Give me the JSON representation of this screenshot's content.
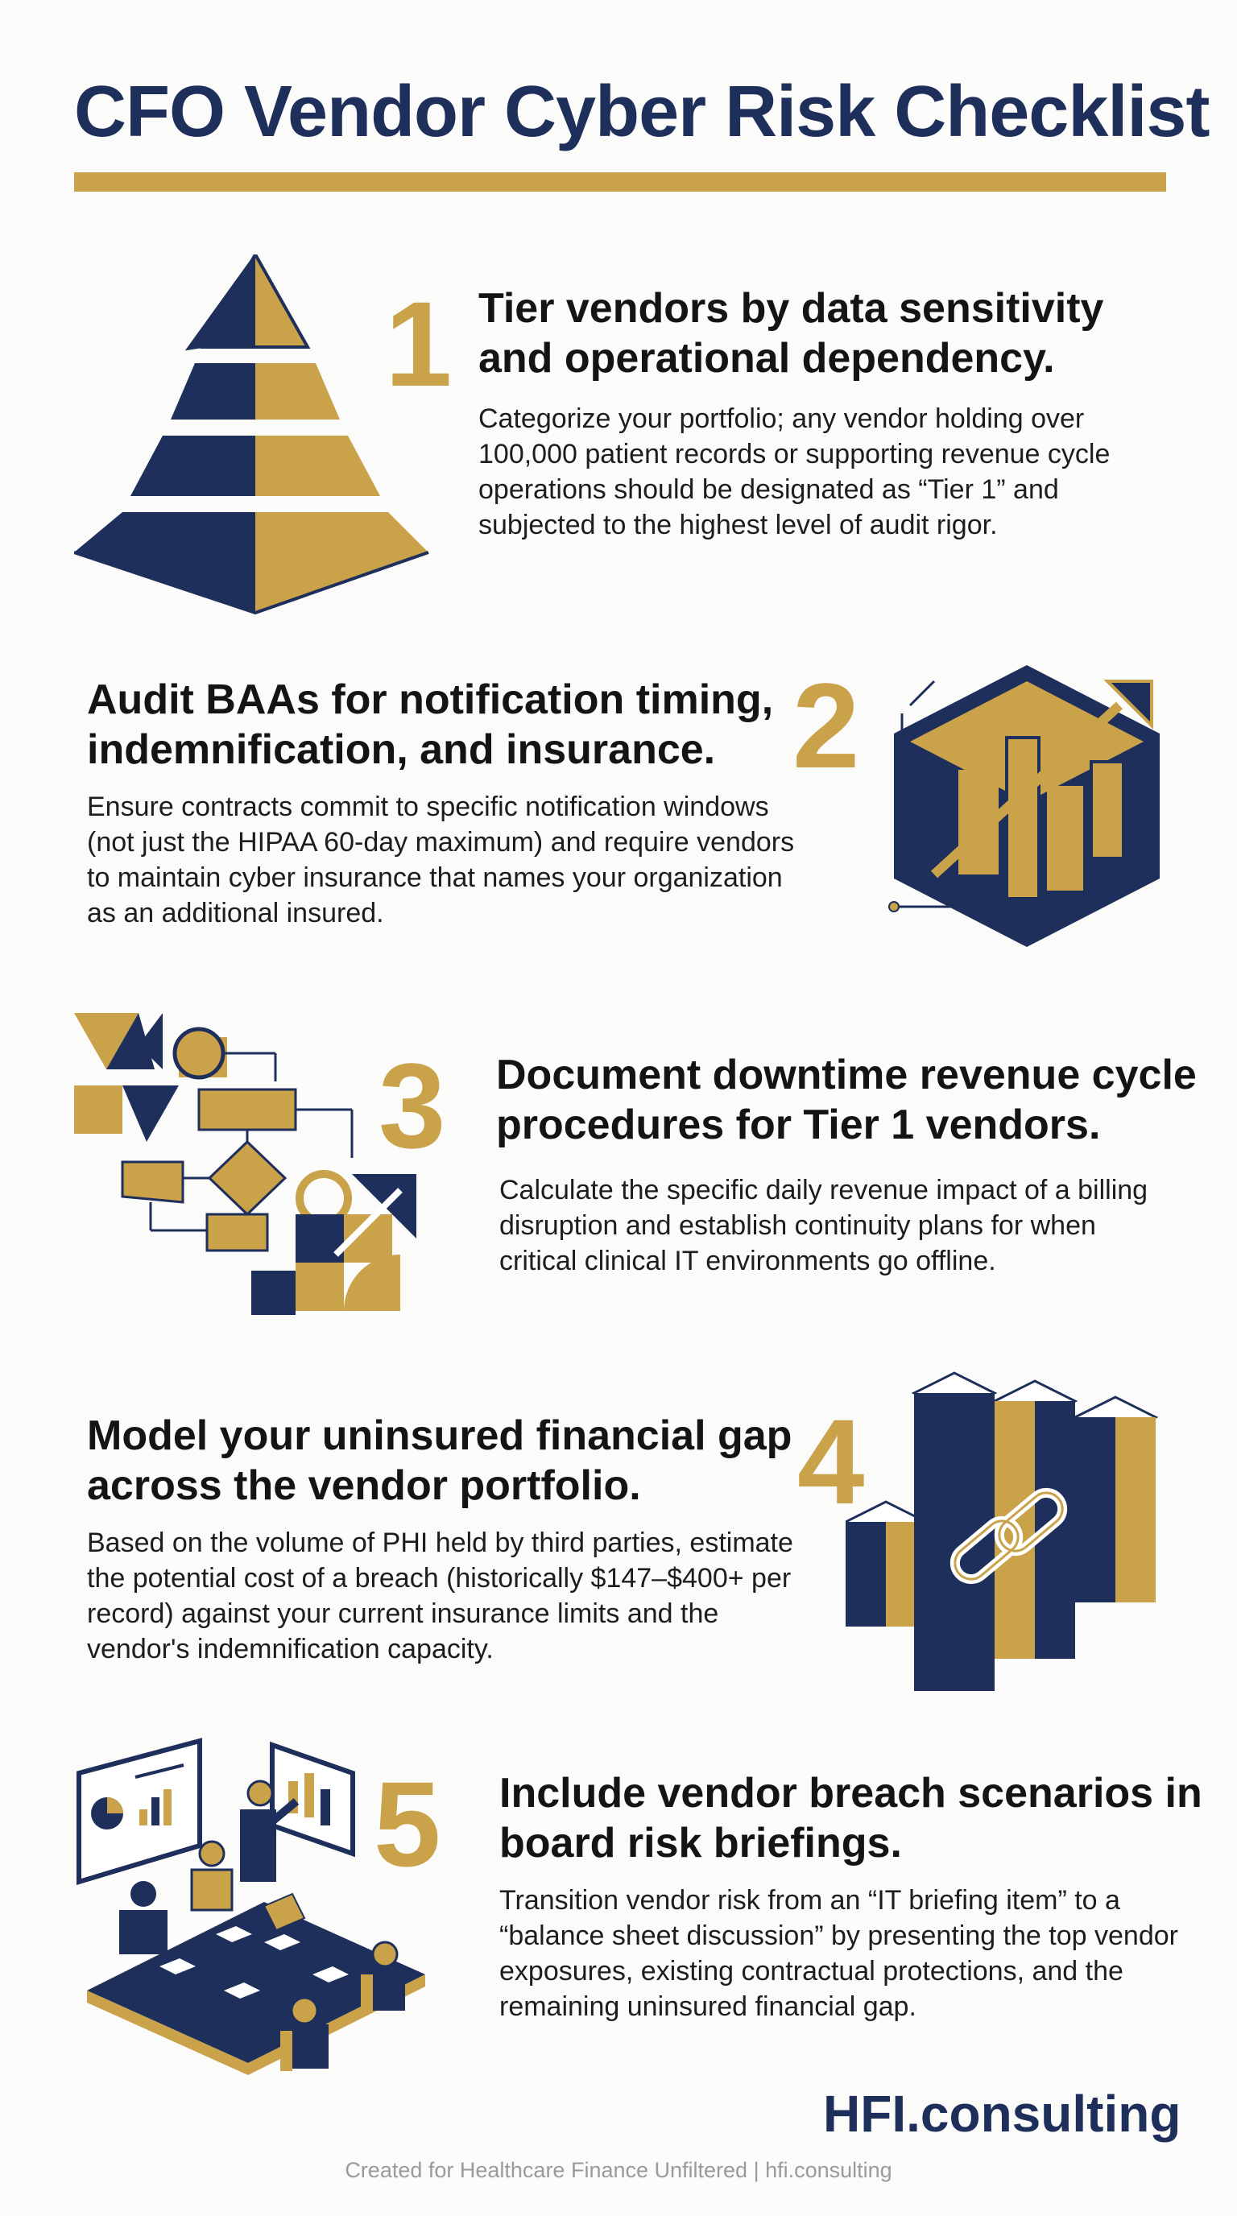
{
  "title": "CFO Vendor Cyber Risk Checklist",
  "colors": {
    "navy": "#1f2f5b",
    "gold": "#c9a24a",
    "background": "#fbfbfa"
  },
  "items": [
    {
      "number": "1",
      "heading": "Tier vendors by data sensitivity and operational dependency.",
      "body": "Categorize your portfolio; any vendor holding over 100,000 patient records or supporting revenue cycle operations should be designated as “Tier 1” and subjected to the highest level of audit rigor.",
      "icon": "pyramid-icon"
    },
    {
      "number": "2",
      "heading": "Audit BAAs for notification timing, indemnification, and insurance.",
      "body": "Ensure contracts commit to specific notification windows (not just the HIPAA 60-day maximum) and require vendors to maintain cyber insurance that names your organization as an additional insured.",
      "icon": "isometric-blocks-icon"
    },
    {
      "number": "3",
      "heading": "Document downtime revenue cycle procedures for Tier 1 vendors.",
      "body": "Calculate the specific daily revenue impact of a billing disruption and establish continuity plans for when critical clinical IT environments go offline.",
      "icon": "flowchart-icon"
    },
    {
      "number": "4",
      "heading": "Model your uninsured financial gap across the vendor portfolio.",
      "body": "Based on the volume of PHI held by third parties, estimate the potential cost of a breach (historically $147–$400+ per record) against your current insurance limits and the vendor's indemnification capacity.",
      "icon": "chain-link-bars-icon"
    },
    {
      "number": "5",
      "heading": "Include vendor breach scenarios in board risk briefings.",
      "body": "Transition vendor risk from an “IT briefing item” to a “balance sheet discussion” by presenting the top vendor exposures, existing contractual protections, and the remaining uninsured financial gap.",
      "icon": "boardroom-meeting-icon"
    }
  ],
  "brand": "HFI.consulting",
  "footer": "Created for Healthcare Finance Unfiltered  | hfi.consulting"
}
